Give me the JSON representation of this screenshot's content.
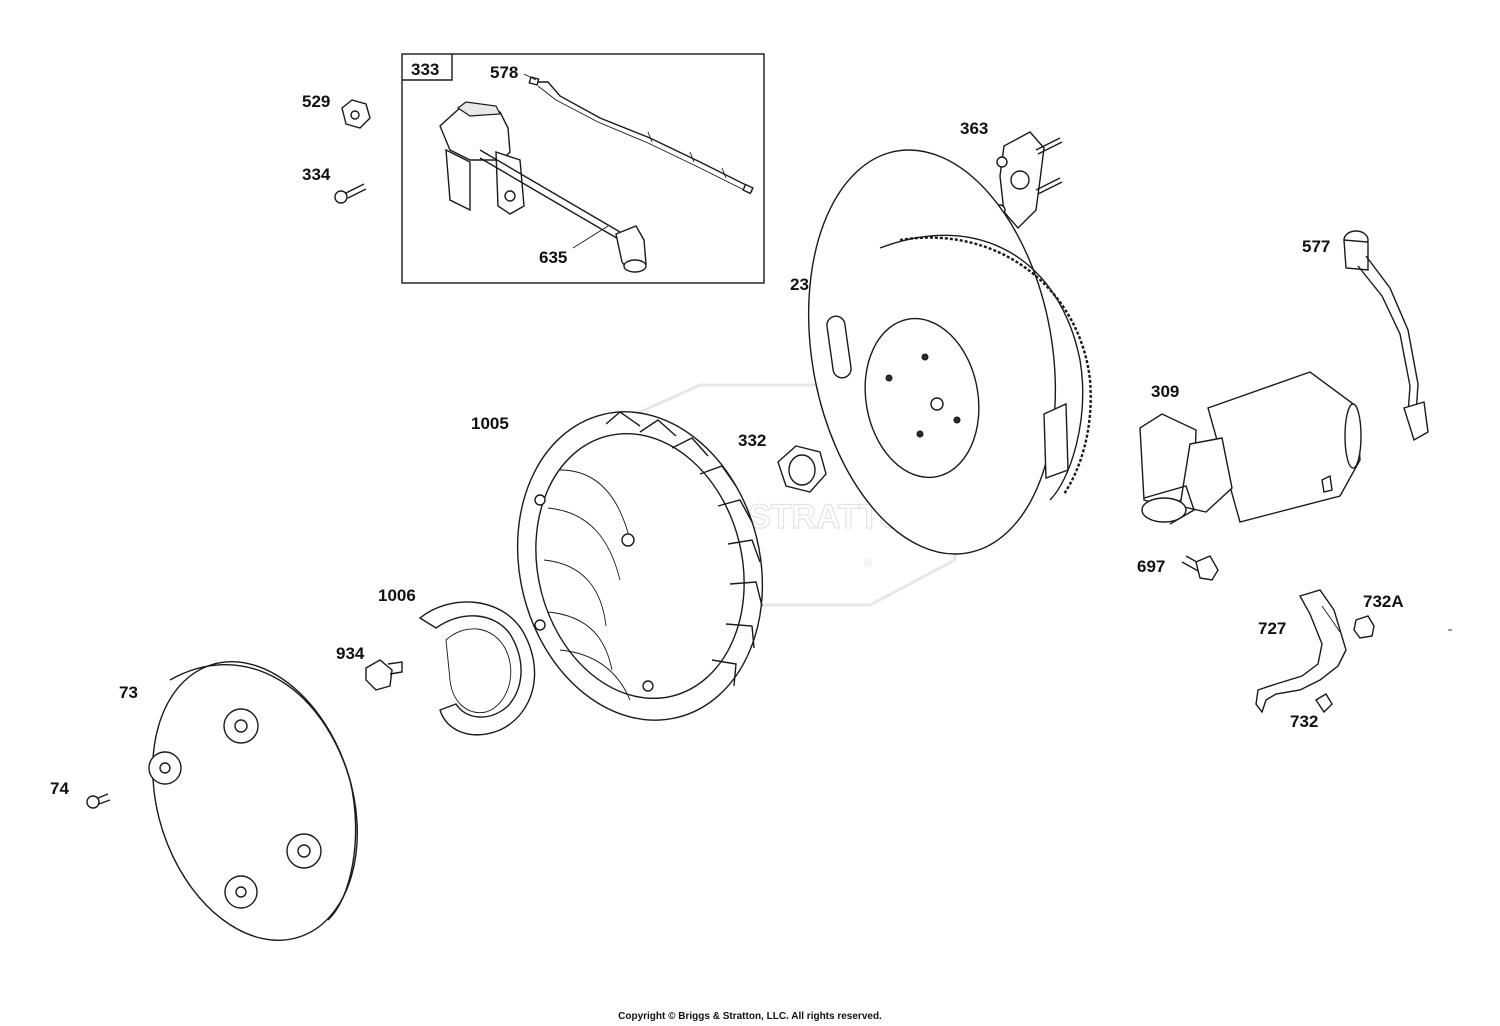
{
  "watermark": {
    "text": "STRATTON",
    "registered_mark": "®"
  },
  "callouts": [
    {
      "id": "333",
      "label": "333"
    },
    {
      "id": "578",
      "label": "578"
    },
    {
      "id": "635",
      "label": "635"
    },
    {
      "id": "529",
      "label": "529"
    },
    {
      "id": "334",
      "label": "334"
    },
    {
      "id": "363",
      "label": "363"
    },
    {
      "id": "577",
      "label": "577"
    },
    {
      "id": "23",
      "label": "23"
    },
    {
      "id": "309",
      "label": "309"
    },
    {
      "id": "1005",
      "label": "1005"
    },
    {
      "id": "332",
      "label": "332"
    },
    {
      "id": "697",
      "label": "697"
    },
    {
      "id": "732A",
      "label": "732A"
    },
    {
      "id": "727",
      "label": "727"
    },
    {
      "id": "732",
      "label": "732"
    },
    {
      "id": "1006",
      "label": "1006"
    },
    {
      "id": "934",
      "label": "934"
    },
    {
      "id": "73",
      "label": "73"
    },
    {
      "id": "74",
      "label": "74"
    }
  ],
  "footer": {
    "copyright": "Copyright © Briggs & Stratton, LLC. All rights reserved."
  }
}
